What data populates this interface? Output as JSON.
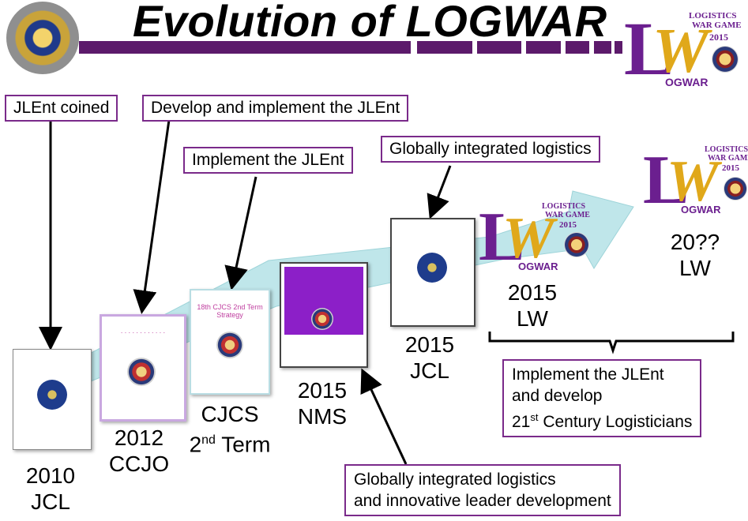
{
  "title": "Evolution of LOGWAR",
  "callouts": {
    "jlent_coined": "JLEnt coined",
    "develop_implement": "Develop and implement the JLEnt",
    "implement": "Implement the JLEnt",
    "global_top": "Globally integrated logistics",
    "implement_develop": [
      "Implement the JLEnt",
      "and develop",
      "21",
      "st",
      " Century Logisticians"
    ],
    "global_bottom": [
      "Globally integrated logistics",
      "and innovative  leader development"
    ]
  },
  "milestones": [
    {
      "year": "2010",
      "name": "JCL"
    },
    {
      "year": "2012",
      "name": "CCJO"
    },
    {
      "name": "CJCS",
      "line2_pre": "2",
      "line2_sup": "nd",
      "line2_post": " Term"
    },
    {
      "year": "2015",
      "name": "NMS"
    },
    {
      "year": "2015",
      "name": "JCL"
    },
    {
      "year": "2015",
      "name": "LW"
    },
    {
      "year": "20??",
      "name": "LW"
    }
  ],
  "logo": {
    "text_line1": "LOGISTICS",
    "text_line2": "WAR GAME",
    "text_year": "2015",
    "wordmark": "OGWAR"
  },
  "doc_text": {
    "cjcs_cover": "18th CJCS 2nd Term Strategy"
  },
  "colors": {
    "purple": "#7a2a8a",
    "gold": "#e0a81a",
    "arrow": "#bfe6ea"
  }
}
